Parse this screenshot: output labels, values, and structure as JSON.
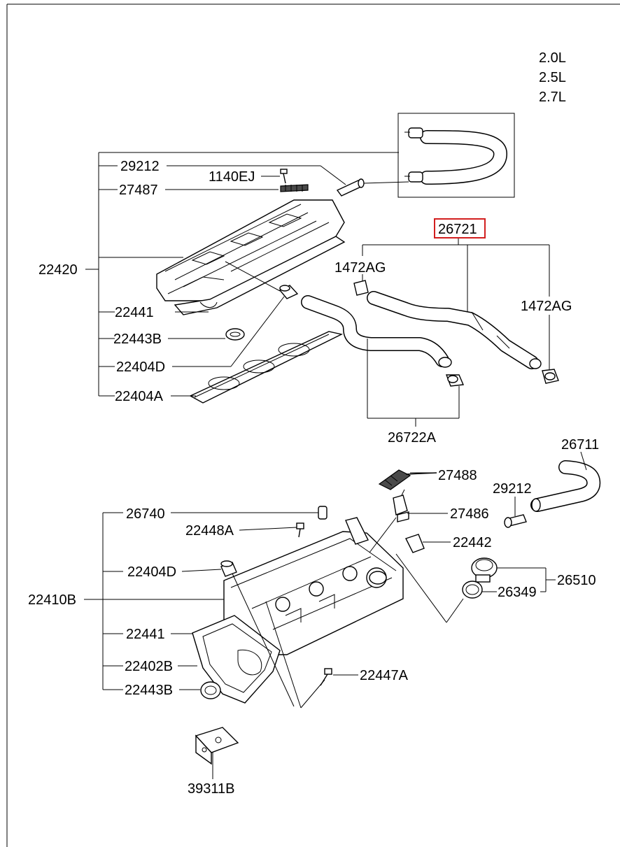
{
  "engines": [
    "2.0L",
    "2.5L",
    "2.7L"
  ],
  "labels": {
    "p29212_top": "29212",
    "p1140EJ": "1140EJ",
    "p27487": "27487",
    "p22420": "22420",
    "p22441_top": "22441",
    "p22443B_top": "22443B",
    "p22404D_top": "22404D",
    "p22404A": "22404A",
    "p26721": "26721",
    "p1472AG_left": "1472AG",
    "p1472AG_right": "1472AG",
    "p26722A": "26722A",
    "p26711": "26711",
    "p27488": "27488",
    "p29212_bot": "29212",
    "p26740": "26740",
    "p27486": "27486",
    "p22448A": "22448A",
    "p22442": "22442",
    "p22404D_bot": "22404D",
    "p26510": "26510",
    "p26349": "26349",
    "p22410B": "22410B",
    "p22441_bot": "22441",
    "p22402B": "22402B",
    "p22447A": "22447A",
    "p22443B_bot": "22443B",
    "p39311B": "39311B"
  },
  "highlighted_part": "26721",
  "colors": {
    "highlight": "#d21f1f",
    "line": "#000000",
    "background": "#ffffff"
  }
}
